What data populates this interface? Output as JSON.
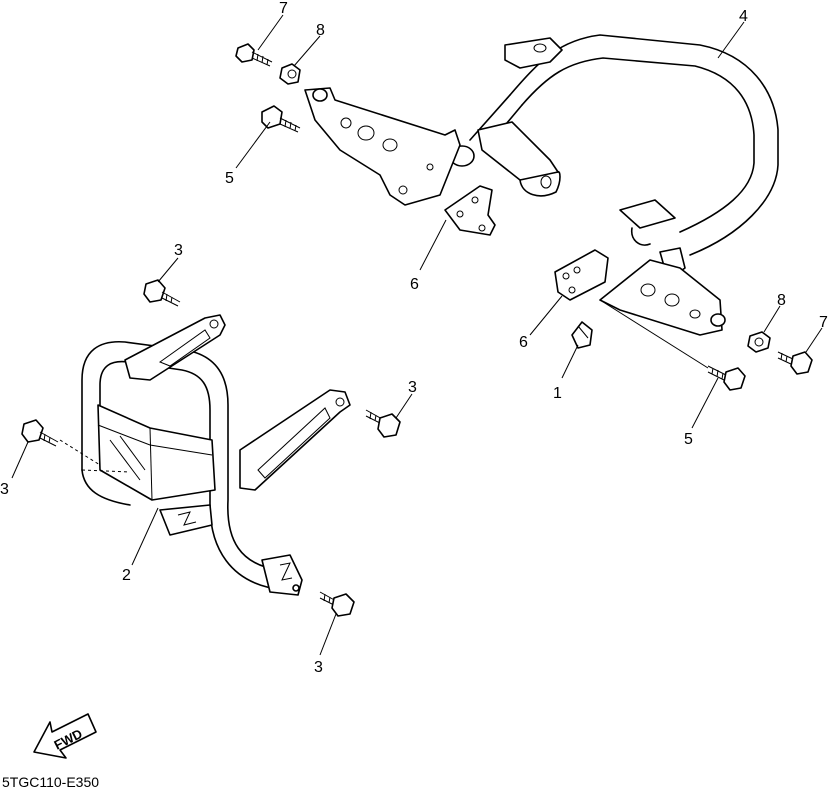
{
  "callouts": {
    "c1": "1",
    "c2": "2",
    "c3a": "3",
    "c3b": "3",
    "c3c": "3",
    "c3d": "3",
    "c4": "4",
    "c5a": "5",
    "c5b": "5",
    "c6a": "6",
    "c6b": "6",
    "c7a": "7",
    "c7b": "7",
    "c8a": "8",
    "c8b": "8"
  },
  "fwd_label": "FWD",
  "diagram_code": "5TGC110-E350"
}
